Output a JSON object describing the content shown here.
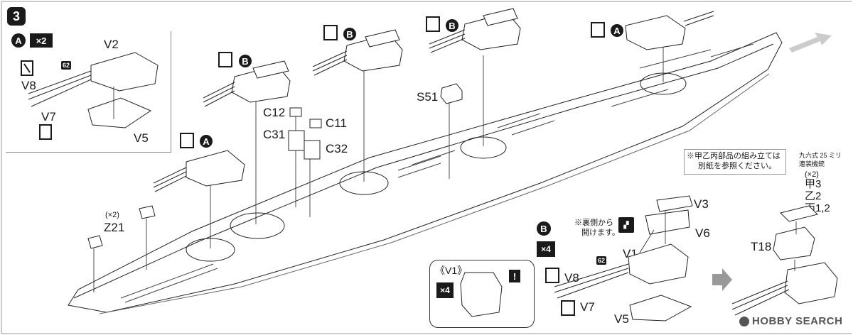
{
  "step": {
    "number": "3"
  },
  "inset": {
    "variant": "A",
    "multiplier": "×2",
    "labels": {
      "v2": "V2",
      "v8": "V8",
      "v7": "V7",
      "v5": "V5",
      "part62": "62"
    }
  },
  "turrets": {
    "turret_b_1": "B",
    "turret_b_2": "B",
    "turret_b_3": "B",
    "turret_a_top": "A",
    "turret_a_fore": "A"
  },
  "parts": {
    "c12": "C12",
    "c11": "C11",
    "c31": "C31",
    "c32": "C32",
    "s51": "S51",
    "z21": "Z21",
    "z21_qty": "(×2)",
    "v1_box_label": "《V1》",
    "v1_box_qty": "×4"
  },
  "note_box": {
    "line1": "※甲乙丙部品の組み立ては",
    "line2": "別紙を参照ください。"
  },
  "sub_b": {
    "variant": "B",
    "multiplier": "×4",
    "note_line1": "※裏側から",
    "note_line2": "開けます。",
    "labels": {
      "v3": "V3",
      "v6": "V6",
      "v1": "V1",
      "v8": "V8",
      "v7": "V7",
      "v5": "V5",
      "part62": "62"
    }
  },
  "aa_gun": {
    "title_line1": "九六式 25 ミリ",
    "title_line2": "連装機銃",
    "qty": "(×2)",
    "line_a": "甲3",
    "line_b": "乙2",
    "line_c": "丙1,2",
    "part": "T18"
  },
  "watermark": {
    "text": "HOBBY SEARCH"
  }
}
